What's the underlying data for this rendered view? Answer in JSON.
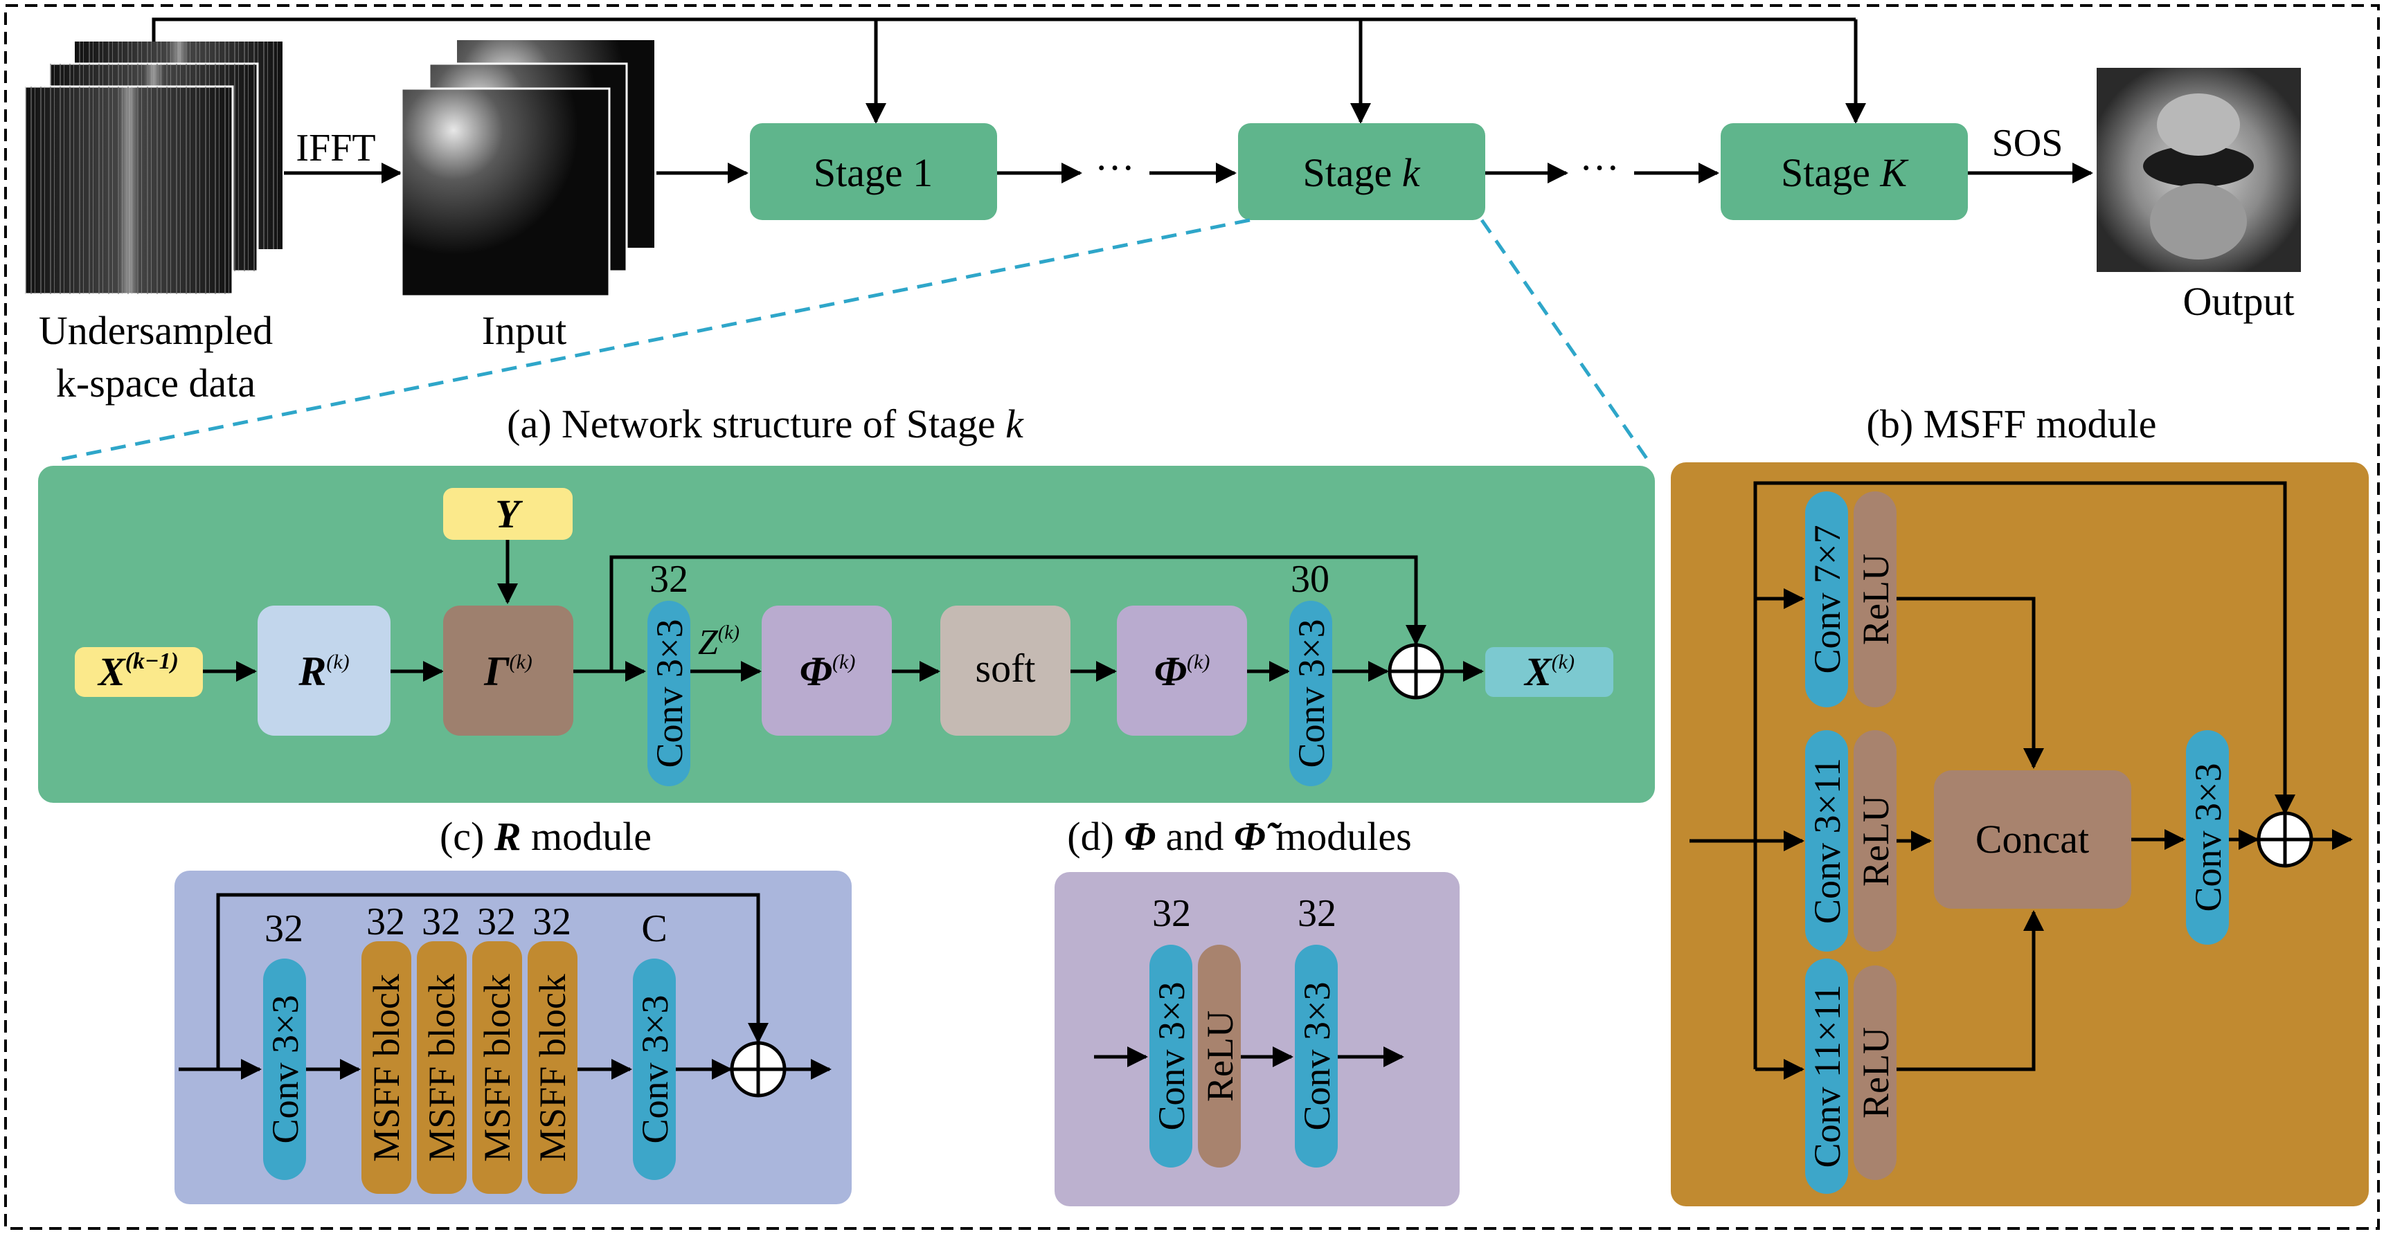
{
  "colors": {
    "stage_fill": "#5fb58c",
    "panel_a_fill": "#66b990",
    "r_panel_fill": "#aab6dc",
    "phi_panel_fill": "#bcb1cf",
    "msff_panel_fill": "#c18a30",
    "conv_fill": "#3da6c9",
    "msff_block_fill": "#c18a30",
    "relu_fill": "#a8836e",
    "y_fill": "#fbe98b",
    "xk1_fill": "#fbe98b",
    "r_box_fill": "#c2d6ec",
    "gamma_fill": "#9e806e",
    "phi_box_fill": "#b9abcf",
    "soft_fill": "#c5bab3",
    "xk_fill": "#7cc9d0",
    "concat_fill": "#a8836e",
    "dashed_link": "#2ea6c9"
  },
  "top": {
    "kspace_label_line1": "Undersampled",
    "kspace_label_line2": "k-space data",
    "ifft_label": "IFFT",
    "input_label": "Input",
    "stage1_label": "Stage 1",
    "stagek_label": "Stage ",
    "stagek_italic": "k",
    "stageK_label": "Stage ",
    "stageK_italic": "K",
    "ellipsis": "···",
    "sos_label": "SOS",
    "output_label": "Output"
  },
  "panel_a": {
    "title": "(a) Network structure of Stage ",
    "title_italic": "k",
    "x_prev_main": "X",
    "x_prev_sup": "(k−1)",
    "r_main": "R",
    "sup_k": "(k)",
    "gamma_main": "Γ",
    "y_label": "Y",
    "ch_32": "32",
    "ch_30": "30",
    "conv_label": "Conv 3×3",
    "z_main": "Z",
    "phi_main": "Φ",
    "soft_label": "soft",
    "x_out_main": "X"
  },
  "panel_b": {
    "title": "(b) MSFF module",
    "conv7": "Conv 7×7",
    "conv311": "Conv 3×11",
    "conv1111": "Conv 11×11",
    "relu": "ReLU",
    "concat": "Concat",
    "conv33": "Conv 3×3"
  },
  "panel_c": {
    "title_prefix": "(c) ",
    "title_bold": "R",
    "title_suffix": " module",
    "ch_32": "32",
    "ch_c": "C",
    "conv": "Conv 3×3",
    "msff_block": "MSFF block"
  },
  "panel_d": {
    "title_prefix": "(d) ",
    "phi": "Φ",
    "and": " and ",
    "phi_tilde": "Φ̃",
    "title_suffix": " modules",
    "ch_32": "32",
    "conv": "Conv 3×3",
    "relu": "ReLU"
  }
}
